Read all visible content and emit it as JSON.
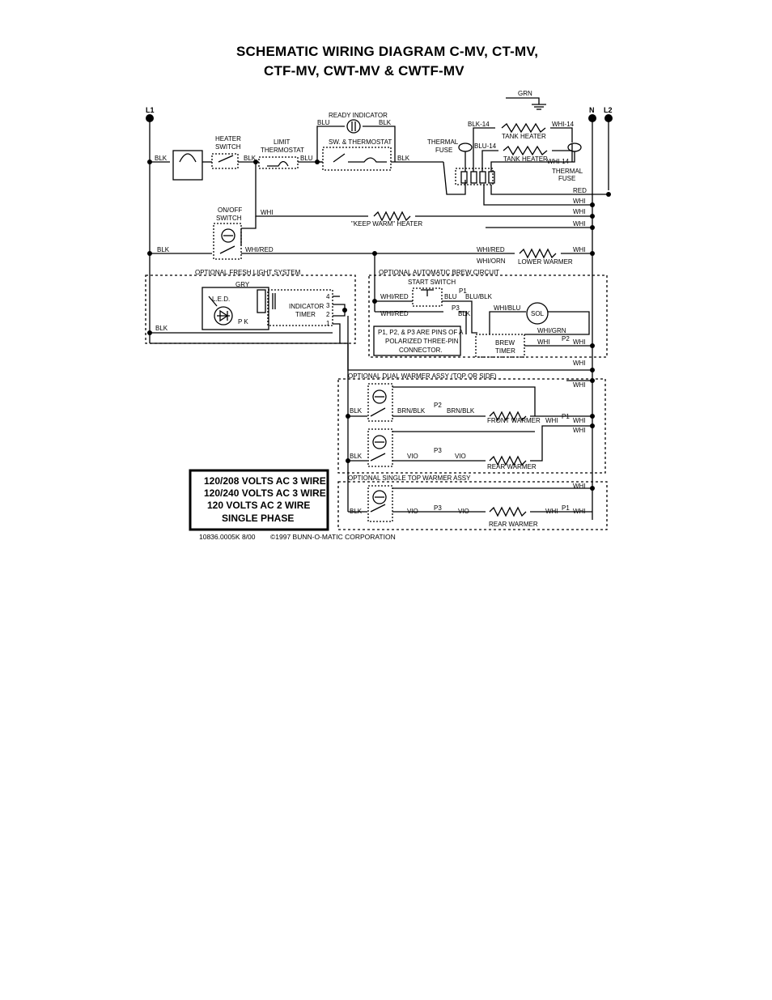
{
  "title": {
    "line1": "SCHEMATIC WIRING DIAGRAM C-MV, CT-MV,",
    "line2": "CTF-MV, CWT-MV & CWTF-MV"
  },
  "rails": {
    "l1": "L1",
    "n": "N",
    "l2": "L2",
    "ground": "GRN"
  },
  "components": {
    "ready_indicator": "READY INDICATOR",
    "heater_switch": [
      "HEATER",
      "SWITCH"
    ],
    "limit_thermostat": [
      "LIMIT",
      "THERMOSTAT"
    ],
    "sw_thermostat": "SW. & THERMOSTAT",
    "thermal_fuse_left": [
      "THERMAL",
      "FUSE"
    ],
    "thermal_fuse_right": [
      "THERMAL",
      "FUSE"
    ],
    "tank_heater_top": "TANK HEATER",
    "tank_heater_bottom": "TANK HEATER",
    "on_off_switch": [
      "ON/OFF",
      "SWITCH"
    ],
    "keep_warm_heater": "\"KEEP WARM\" HEATER",
    "lower_warmer": "LOWER WARMER",
    "led": "L.E.D.",
    "indicator_timer": [
      "INDICATOR",
      "TIMER"
    ],
    "start_switch": "START SWITCH",
    "sol": "SOL",
    "brew_timer": [
      "BREW",
      "TIMER"
    ],
    "pins_note": [
      "P1, P2, & P3 ARE PINS OF A",
      "POLARIZED THREE-PIN",
      "CONNECTOR."
    ],
    "front_warmer": "FRONT WARMER",
    "rear_warmer_dual": "REAR WARMER",
    "rear_warmer_single": "REAR WARMER"
  },
  "sections": {
    "fresh_light": "OPTIONAL FRESH LIGHT  SYSTEM",
    "brew_circuit": "OPTIONAL AUTOMATIC BREW CIRCUIT",
    "dual_warmer": "OPTIONAL DUAL WARMER ASSY (TOP OR SIDE)",
    "single_warmer": "OPTIONAL SINGLE TOP WARMER ASSY"
  },
  "wires": {
    "blk": "BLK",
    "blu": "BLU",
    "whi": "WHI",
    "red": "RED",
    "gry": "GRY",
    "blk14": "BLK-14",
    "whi14": "WHI-14",
    "blu14": "BLU-14",
    "whired": "WHI/RED",
    "whiorn": "WHI/ORN",
    "bluBlk": "BLU/BLK",
    "whiblu": "WHI/BLU",
    "whigrn": "WHI/GRN",
    "brnblk": "BRN/BLK",
    "vio": "VIO",
    "pk": "P  K"
  },
  "pins": {
    "p1": "P1",
    "p2": "P2",
    "p3": "P3",
    "t4": "4",
    "t3": "3",
    "t2": "2",
    "t1": "1"
  },
  "voltage": [
    "120/208 VOLTS AC 3 WIRE",
    "120/240 VOLTS AC 3 WIRE",
    "120 VOLTS AC  2 WIRE",
    "SINGLE PHASE"
  ],
  "footer": {
    "code": "10836.0005K  8/00",
    "copyright": "©1997  BUNN-O-MATIC CORPORATION"
  }
}
